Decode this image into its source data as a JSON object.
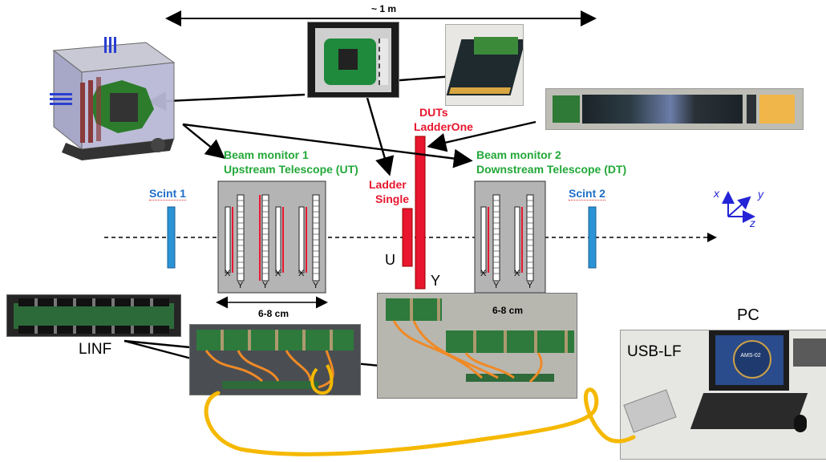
{
  "top_span": "~ 1 m",
  "labels": {
    "beam_monitor_1": "Beam monitor 1",
    "upstream_telescope": "Upstream Telescope (UT)",
    "beam_monitor_2": "Beam monitor 2",
    "downstream_telescope": "Downstream Telescope (DT)",
    "duts": "DUTs",
    "ladder_one": "LadderOne",
    "ladder": "Ladder",
    "single": "Single",
    "scint_1": "Scint 1",
    "scint_2": "Scint 2",
    "u": "U",
    "y": "Y",
    "dim_left": "6-8 cm",
    "dim_right": "6-8 cm",
    "linf": "LINF",
    "usb_lf": "USB-LF",
    "pc": "PC",
    "ams_badge": "AMS-02"
  },
  "axes": {
    "x": "x",
    "y": "y",
    "z": "z"
  },
  "ut_planes": [
    "X",
    "Y",
    "X",
    "X",
    "Y"
  ],
  "dt_planes": [
    "X",
    "Y",
    "X",
    "Y"
  ],
  "colors": {
    "green": "#22a838",
    "red": "#e8162e",
    "blue": "#1f6fc9",
    "telescope_box": "#b4b4b4",
    "cable": "#f5b800"
  }
}
